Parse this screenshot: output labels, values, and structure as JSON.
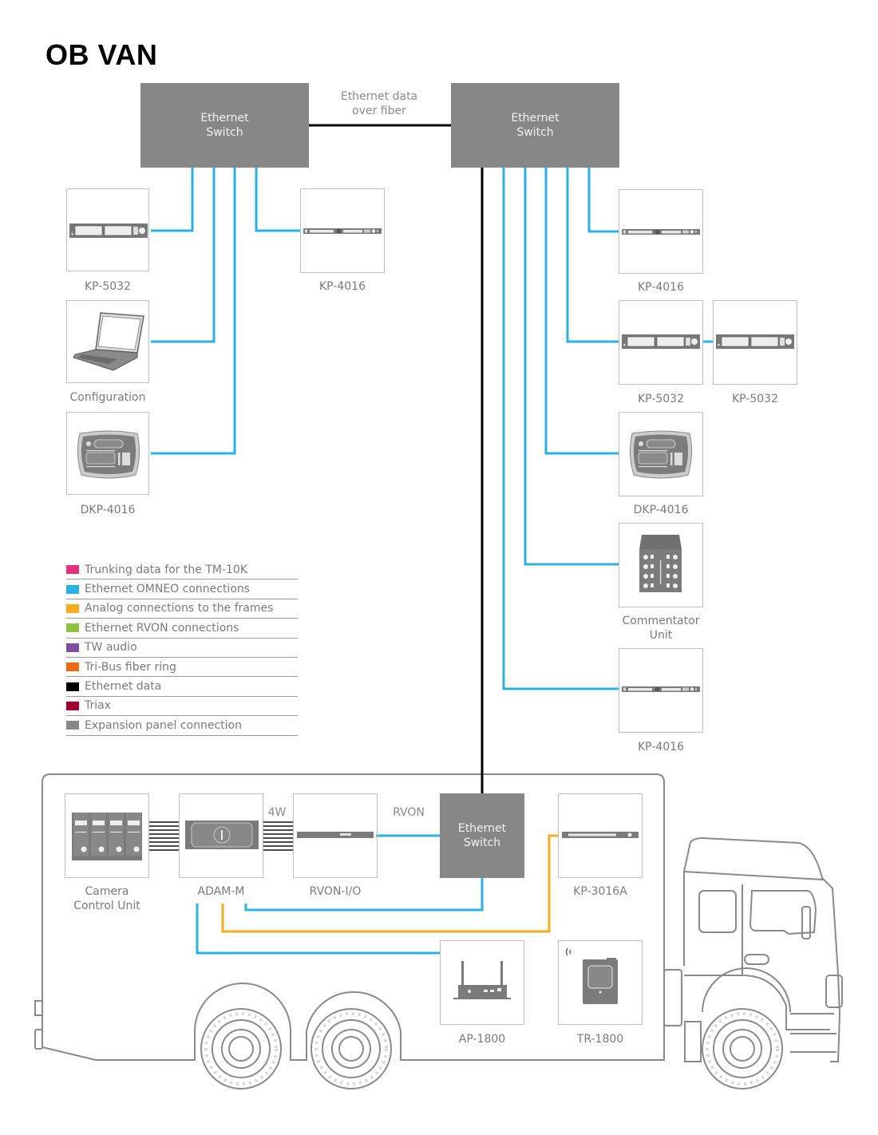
{
  "title": "OB VAN",
  "colors": {
    "omneo": "#29b1e6",
    "analog": "#f5ab1e",
    "ethernet_data": "#000000",
    "switch_fill": "#878787",
    "device_border": "#bdbdbd",
    "van_outline": "#8a8a8a"
  },
  "switches": {
    "top_left": "Ethernet\nSwitch",
    "top_right": "Ethernet\nSwitch",
    "van": "Ethernet\nSwitch"
  },
  "connection_labels": {
    "fiber": "Ethernet data\nover fiber",
    "four_wire": "4W",
    "rvon": "RVON"
  },
  "devices": {
    "left_kp5032": {
      "label": "KP-5032",
      "icon": "kp-5032-panel-icon"
    },
    "left_config": {
      "label": "Configuration",
      "icon": "laptop-icon"
    },
    "left_dkp4016": {
      "label": "DKP-4016",
      "icon": "dkp-4016-desktop-panel-icon"
    },
    "left_kp4016": {
      "label": "KP-4016",
      "icon": "kp-4016-panel-icon"
    },
    "right_kp4016_a": {
      "label": "KP-4016",
      "icon": "kp-4016-panel-icon"
    },
    "right_kp5032_a": {
      "label": "KP-5032",
      "icon": "kp-5032-panel-icon"
    },
    "right_kp5032_b": {
      "label": "KP-5032",
      "icon": "kp-5032-panel-icon"
    },
    "right_dkp4016": {
      "label": "DKP-4016",
      "icon": "dkp-4016-desktop-panel-icon"
    },
    "right_commentator": {
      "label": "Commentator\nUnit",
      "icon": "commentator-unit-icon"
    },
    "right_kp4016_b": {
      "label": "KP-4016",
      "icon": "kp-4016-panel-icon"
    },
    "van_ccu": {
      "label": "Camera\nControl Unit",
      "icon": "camera-control-unit-icon"
    },
    "van_adam": {
      "label": "ADAM-M",
      "icon": "adam-m-frame-icon"
    },
    "van_rvon": {
      "label": "RVON-I/O",
      "icon": "rvon-io-icon"
    },
    "van_kp3016a": {
      "label": "KP-3016A",
      "icon": "kp-3016a-panel-icon"
    },
    "van_ap1800": {
      "label": "AP-1800",
      "icon": "access-point-icon"
    },
    "van_tr1800": {
      "label": "TR-1800",
      "icon": "wireless-beltpack-icon"
    }
  },
  "legend": [
    {
      "label": "Trunking data for the TM-10K",
      "color": "#e6317e"
    },
    {
      "label": "Ethernet OMNEO connections",
      "color": "#29b1e6"
    },
    {
      "label": "Analog connections to the frames",
      "color": "#f5ab1e"
    },
    {
      "label": "Ethernet RVON connections",
      "color": "#8cc43f"
    },
    {
      "label": "TW audio",
      "color": "#7d4f9e"
    },
    {
      "label": "Tri-Bus fiber ring",
      "color": "#ee6a0f"
    },
    {
      "label": "Ethernet data",
      "color": "#000000"
    },
    {
      "label": "Triax",
      "color": "#a3002f"
    },
    {
      "label": "Expansion panel connection",
      "color": "#878787"
    }
  ]
}
